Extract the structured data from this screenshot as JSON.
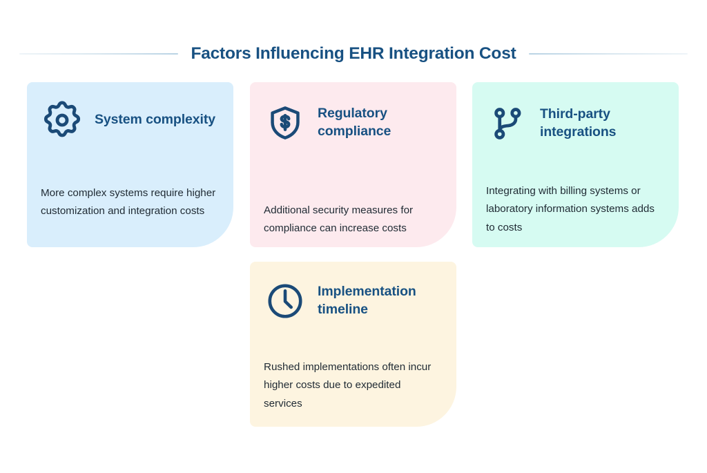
{
  "header": {
    "title": "Factors Influencing EHR Integration Cost",
    "title_color": "#185182",
    "rule_color": "#b9d3e4"
  },
  "theme": {
    "page_background": "#ffffff",
    "heading_color": "#185182",
    "body_text_color": "#1f2a33",
    "icon_color": "#1b4a77"
  },
  "cards": [
    {
      "id": "system-complexity",
      "title": "System complexity",
      "body": "More complex systems require higher customization and integration costs",
      "icon": "gear-icon",
      "background": "#d9eefc"
    },
    {
      "id": "regulatory-compliance",
      "title": "Regulatory compliance",
      "body": "Additional security measures for compliance can increase costs",
      "icon": "shield-dollar-icon",
      "background": "#fdeaee"
    },
    {
      "id": "third-party-integrations",
      "title": "Third-party integrations",
      "body": "Integrating with billing systems or laboratory information systems adds to costs",
      "icon": "git-branch-icon",
      "background": "#d6fbf2"
    },
    {
      "id": "implementation-timeline",
      "title": "Implementation timeline",
      "body": "Rushed implementations often incur higher costs due to expedited services",
      "icon": "clock-icon",
      "background": "#fdf4e0"
    }
  ]
}
